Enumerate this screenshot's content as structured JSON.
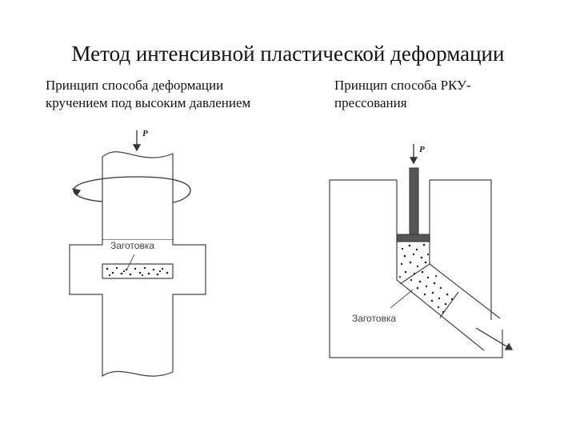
{
  "title": "Метод интенсивной пластической деформации",
  "left": {
    "caption_line1": "Принцип способа деформации",
    "caption_line2": "кручением под высоким давлением",
    "force_label": "P",
    "workpiece_label": "Заготовка"
  },
  "right": {
    "caption_line1": "Принцип способа РКУ-",
    "caption_line2": "прессования",
    "force_label": "P",
    "workpiece_label": "Заготовка"
  }
}
